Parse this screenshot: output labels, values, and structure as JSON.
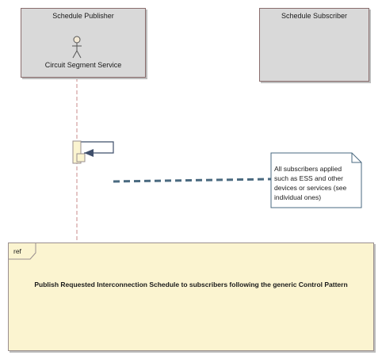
{
  "lifelines": {
    "publisher": {
      "title": "Schedule Publisher",
      "actor_label": "Circuit Segment Service"
    },
    "subscriber": {
      "title": "Schedule Subscriber"
    }
  },
  "note": {
    "lines": [
      "All subscribers applied",
      "such as ESS and other",
      "devices or services (see",
      "individual ones)"
    ]
  },
  "ref_frame": {
    "tag": "ref",
    "text": "Publish Requested Interconnection Schedule to subscribers following the generic Control Pattern"
  },
  "colors": {
    "lifeline_fill": "#d9d9d9",
    "lifeline_border": "#8a6d6d",
    "ref_fill": "#fbf4d0",
    "activation_fill": "#fbf4d0",
    "note_connector": "#4a6a80",
    "message_arrow": "#3f4f6b"
  }
}
